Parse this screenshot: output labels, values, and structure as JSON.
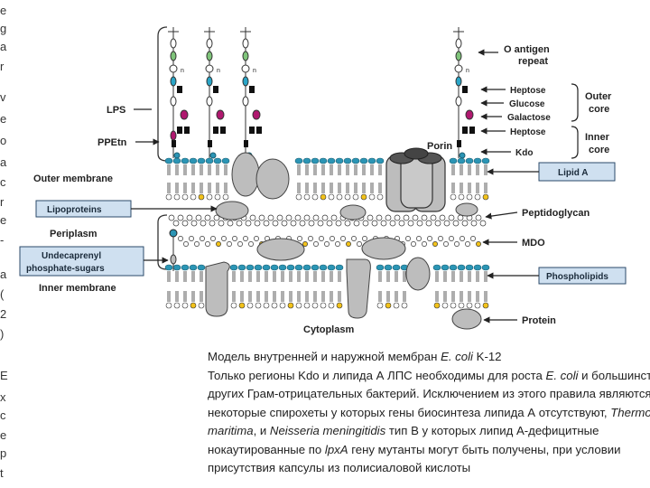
{
  "left_strip_chars": [
    "e",
    "g",
    "a",
    "r",
    "v",
    "e",
    "o",
    "a",
    "c",
    "r",
    "e",
    "-",
    "a",
    "(",
    "2",
    ")",
    "E",
    "x",
    "c",
    "e",
    "p",
    "t"
  ],
  "labels": {
    "lps": "LPS",
    "ppetn": "PPEtn",
    "outer_membrane": "Outer membrane",
    "lipoproteins": "Lipoproteins",
    "periplasm": "Periplasm",
    "undecaprenyl_line1": "Undecaprenyl",
    "undecaprenyl_line2": "phosphate-sugars",
    "inner_membrane": "Inner membrane",
    "cytoplasm": "Cytoplasm",
    "porin": "Porin",
    "o_antigen_line1": "O antigen",
    "o_antigen_line2": "repeat",
    "heptose": "Heptose",
    "glucose": "Glucose",
    "galactose": "Galactose",
    "heptose2": "Heptose",
    "kdo": "Kdo",
    "outer_core_line1": "Outer",
    "outer_core_line2": "core",
    "inner_core_line1": "Inner",
    "inner_core_line2": "core",
    "lipid_a": "Lipid A",
    "peptidoglycan": "Peptidoglycan",
    "mdo": "MDO",
    "phospholipids": "Phospholipids",
    "protein": "Protein",
    "n": "n"
  },
  "caption": {
    "l1_a": "Модель внутренней  и наружной мембран ",
    "l1_i": "E. coli",
    "l1_b": " K-12",
    "l2_a": "Только регионы Kdo и липида А ЛПС необходимы для роста ",
    "l2_i": "E. coli",
    "l2_b": " и большинства",
    "l3": "других Грам-отрицательных бактерий. Исключением из этого правила являются",
    "l4_a": "некоторые спирохеты у которых гены биосинтеза липида А отсутствуют, ",
    "l4_i": "Thermotoga",
    "l5_i1": "maritima",
    "l5_a": ", и ",
    "l5_i2": "Neisseria meningitidis",
    "l5_b": " тип В у которых липид А-дефицитные",
    "l6_a": "нокаутированные по ",
    "l6_i": "lpxA",
    "l6_b": " гену мутанты могут быть получены, при условии",
    "l7": "присутствия капсулы из полисиаловой кислоты"
  },
  "colors": {
    "heptose": "#111111",
    "glucose": "#2aa6c8",
    "galactose": "#b0186f",
    "o_antigen": "#7fc47a",
    "lipid_head": "#2b95b5",
    "protein": "#bdbdbd",
    "lipid_a_box": "#cfe0f0",
    "mdo_yellow": "#f2c21a"
  }
}
